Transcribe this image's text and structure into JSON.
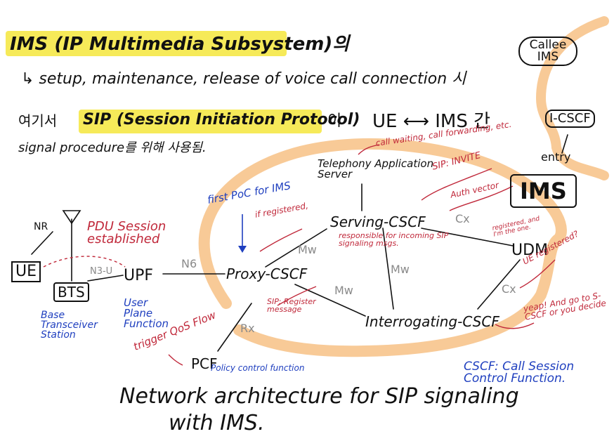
{
  "colors": {
    "ink": "#111111",
    "red_note": "#c0283a",
    "blue_note": "#1f3fbf",
    "gray_label": "#8a8a8a",
    "highlight": "#f5e63c",
    "orange_loop": "#f7c48c"
  },
  "header": {
    "title": "IMS (IP Multimedia Subsystem)의",
    "line2": "↳ setup, maintenance, release of voice call connection 시",
    "line3_pre": "여기서",
    "line3_highlight": "SIP (Session Initiation Protocol)",
    "line3_mid": "이",
    "ue_ims": "UE ⟷ IMS 간",
    "line4": "signal procedure를 위해 사용됨."
  },
  "nodes": {
    "callee": "Callee IMS",
    "i_cscf_box": "I-CSCF",
    "entry": "entry",
    "ims_box": "IMS",
    "tas": "Telephony Application Server",
    "s_cscf": "Serving-CSCF",
    "p_cscf": "Proxy-CSCF",
    "i_cscf": "Interrogating-CSCF",
    "udm": "UDM",
    "upf": "UPF",
    "pcf": "PCF",
    "ue": "UE",
    "bts": "BTS",
    "nr": "NR"
  },
  "interfaces": {
    "mw1": "Mw",
    "mw2": "Mw",
    "mw3": "Mw",
    "cx1": "Cx",
    "cx2": "Cx",
    "rx": "Rx",
    "n6": "N6",
    "n3": "N3-U"
  },
  "notes": {
    "call_waiting": "call waiting, call forwarding, etc.",
    "sip_invite": "SIP: INVITE",
    "auth_vector": "Auth vector",
    "registered": "registered, and I'm the one.",
    "responsible": "responsible for incoming SIP signaling msgs.",
    "if_registered": "if registered,",
    "sip_register": "SIP: Register message",
    "ue_registered": "UE registered?",
    "yeap": "yeap! And go to S-CSCF or you decide",
    "pdu": "PDU Session established",
    "trigger_qos": "trigger QoS Flow",
    "policy": "Policy control function",
    "upf_full": "User Plane Function",
    "bts_full": "Base Transceiver Station",
    "first_poc": "first PoC for IMS",
    "cscf_full": "CSCF: Call Session Control Function."
  },
  "footer": {
    "line1": "Network architecture for SIP signaling",
    "line2": "with IMS."
  }
}
